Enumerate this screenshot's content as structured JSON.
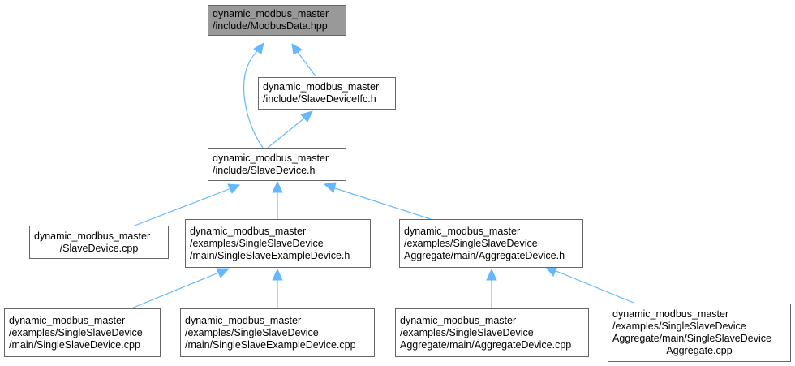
{
  "diagram": {
    "colors": {
      "edge": "#63b8ff",
      "root_fill": "#999999",
      "node_border": "#666666"
    },
    "nodes": {
      "modbus_data": [
        "dynamic_modbus_master",
        "/include/ModbusData.hpp"
      ],
      "slave_device_ifc": [
        "dynamic_modbus_master",
        "/include/SlaveDeviceIfc.h"
      ],
      "slave_device_h": [
        "dynamic_modbus_master",
        "/include/SlaveDevice.h"
      ],
      "slave_device_cpp": [
        "dynamic_modbus_master",
        "/SlaveDevice.cpp"
      ],
      "single_example_h": [
        "dynamic_modbus_master",
        "/examples/SingleSlaveDevice",
        "/main/SingleSlaveExampleDevice.h"
      ],
      "aggregate_h": [
        "dynamic_modbus_master",
        "/examples/SingleSlaveDevice",
        "Aggregate/main/AggregateDevice.h"
      ],
      "single_slave_cpp": [
        "dynamic_modbus_master",
        "/examples/SingleSlaveDevice",
        "/main/SingleSlaveDevice.cpp"
      ],
      "single_example_cpp": [
        "dynamic_modbus_master",
        "/examples/SingleSlaveDevice",
        "/main/SingleSlaveExampleDevice.cpp"
      ],
      "aggregate_cpp": [
        "dynamic_modbus_master",
        "/examples/SingleSlaveDevice",
        "Aggregate/main/AggregateDevice.cpp"
      ],
      "single_aggregate_cpp": [
        "dynamic_modbus_master",
        "/examples/SingleSlaveDevice",
        "Aggregate/main/SingleSlaveDevice",
        "Aggregate.cpp"
      ]
    }
  }
}
